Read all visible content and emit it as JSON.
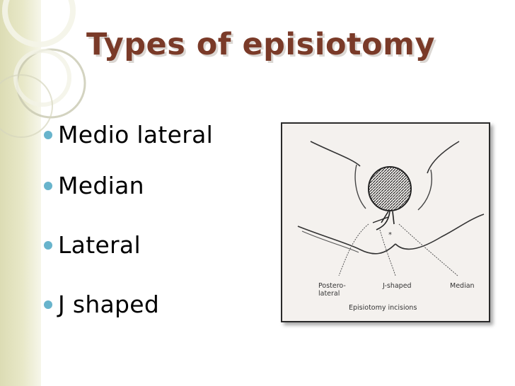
{
  "slide": {
    "title": "Types of episiotomy",
    "bullets": [
      {
        "text": "Medio lateral"
      },
      {
        "text": "Median"
      },
      {
        "text": "Lateral"
      },
      {
        "text": "J shaped"
      }
    ]
  },
  "figure": {
    "labels": {
      "postero_lateral": "Postero-\nlateral",
      "j_shaped": "J-shaped",
      "median": "Median",
      "caption": "Episiotomy incisions"
    }
  },
  "colors": {
    "title": "#7a3a28",
    "bullet": "#68b4cc",
    "accent_band": "#dcdcb4"
  }
}
